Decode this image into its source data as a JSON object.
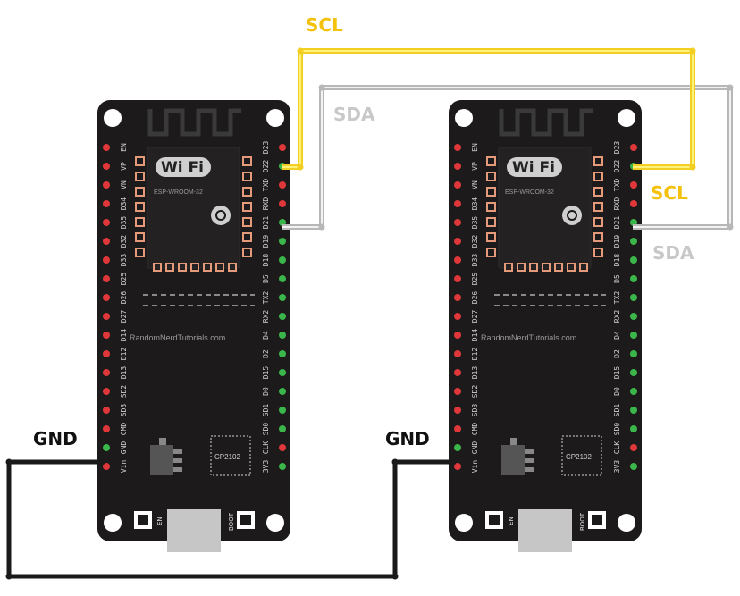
{
  "labels": {
    "scl": "SCL",
    "sda": "SDA",
    "gnd": "GND"
  },
  "board": {
    "module": "ESP-WROOM-32",
    "wifi": "Wi Fi",
    "website": "RandomNerdTutorials.com",
    "chip": "CP2102",
    "button_en": "EN",
    "button_boot": "BOOT",
    "left_pins": [
      "EN",
      "VP",
      "VN",
      "D34",
      "D35",
      "D32",
      "D33",
      "D25",
      "D26",
      "D27",
      "D14",
      "D12",
      "D13",
      "SD2",
      "SD3",
      "CMD",
      "GND",
      "Vin"
    ],
    "right_pins": [
      "D23",
      "D22",
      "TXD",
      "RXD",
      "D21",
      "D19",
      "D18",
      "D5",
      "TX2",
      "RX2",
      "D4",
      "D2",
      "D15",
      "D0",
      "SD1",
      "SD0",
      "CLK",
      "3V3"
    ]
  },
  "colors": {
    "scl_wire": "#f5d327",
    "sda_wire": "#bdbdbd",
    "gnd_wire": "#1a1a1a",
    "board": "#1c1a1a",
    "pin_red": "#e0383a",
    "pin_green": "#3bb64a",
    "label_scl": "#f4c20d",
    "label_sda": "#c8c8c8",
    "label_gnd": "#111111"
  }
}
